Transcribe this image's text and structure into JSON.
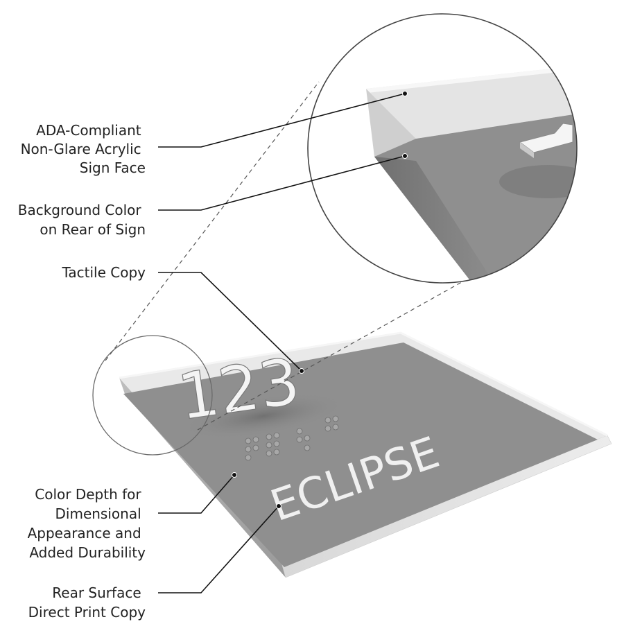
{
  "callouts": [
    {
      "id": "sign-face",
      "lines": [
        "ADA-Compliant",
        "Non-Glare Acrylic",
        "Sign Face"
      ]
    },
    {
      "id": "background-color",
      "lines": [
        "Background Color",
        "on Rear of Sign"
      ]
    },
    {
      "id": "tactile-copy",
      "lines": [
        "Tactile Copy"
      ]
    },
    {
      "id": "color-depth",
      "lines": [
        "Color Depth for",
        "Dimensional",
        "Appearance and",
        "Added Durability"
      ]
    },
    {
      "id": "rear-print",
      "lines": [
        "Rear Surface",
        "Direct Print Copy"
      ]
    }
  ],
  "sign": {
    "room_number": "123",
    "room_name": "ECLIPSE"
  },
  "zoom_detail": {
    "fragment": "1"
  },
  "colors": {
    "acrylic": "#e6e6e6",
    "panel": "#8f8f8f",
    "edge_dark": "#5e5e5e",
    "text": "#f4f4f4",
    "leader": "#111111"
  }
}
